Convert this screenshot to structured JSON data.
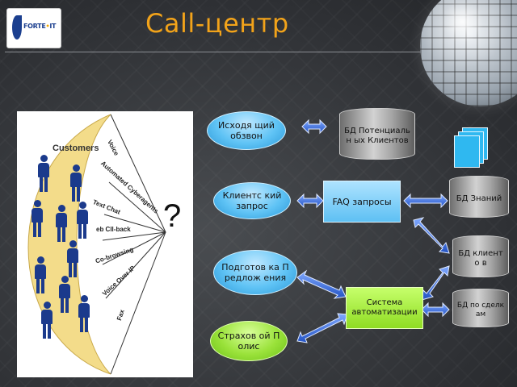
{
  "header": {
    "title": "Call-центр",
    "logo_text_1": "FORTE",
    "logo_text_2": "IT"
  },
  "customers_panel": {
    "label": "Customers",
    "channels": [
      "Voice",
      "Automated Cyberagents",
      "Text Chat",
      "eb Cll-back",
      "Co-browsing",
      "Voice Over IP",
      "Fax"
    ],
    "question_mark": "?"
  },
  "nodes": {
    "outbound_call": "Исходя щий обзвон",
    "client_request": "Клиентс кий запрос",
    "prep_proposals": "Подготов ка Предлож ения",
    "insurance_policy": "Страхов ой Полис",
    "faq_requests": "FAQ запросы",
    "automation_system": "Система автоматизации"
  },
  "databases": {
    "potential_clients": "БД Потенциальн ых Клиентов",
    "knowledge": "БД Знаний",
    "clients": "БД клиенто в",
    "deals": "БД по сделкам"
  },
  "colors": {
    "title": "#f2a31a",
    "ellipse_blue": "#5fc3f5",
    "ellipse_green": "#9ae23a",
    "box_blue": "#5ec0f3",
    "box_green": "#8fdc23",
    "arrow": "#3c6fd8",
    "cylinder": "#a4a4a4",
    "panel_moon": "#f3dc8a"
  },
  "icons": [
    "forte-it-logo",
    "globe-icon",
    "documents-icon",
    "person-icon",
    "double-arrow-icon"
  ]
}
